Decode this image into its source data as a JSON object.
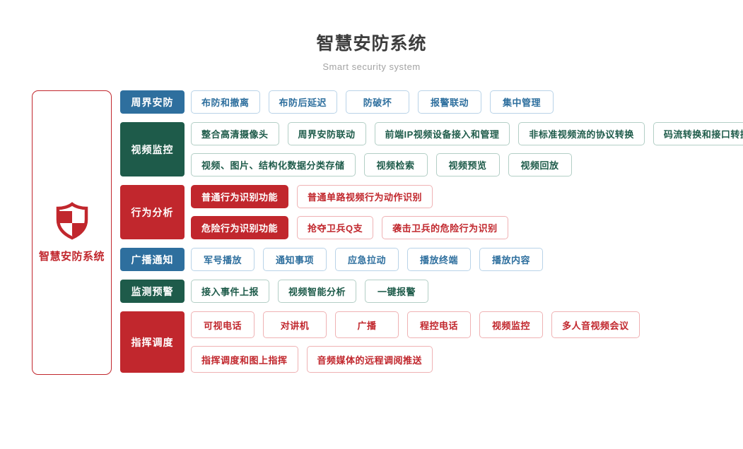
{
  "header": {
    "title": "智慧安防系统",
    "subtitle": "Smart security system"
  },
  "left_panel": {
    "label": "智慧安防系统",
    "icon": "shield-icon"
  },
  "colors": {
    "blue": "#2e6f9e",
    "green": "#1e5b4a",
    "red": "#c1272d",
    "blue_border": "#b9d3e8",
    "green_border": "#b3cfc6",
    "red_border": "#efb2b4",
    "title_text": "#3d3d3d",
    "subtitle_text": "#a3a3a3"
  },
  "rows": [
    {
      "category": "周界安防",
      "color": "blue",
      "lines": [
        [
          "布防和撤离",
          "布防后延迟",
          "防破坏",
          "报警联动",
          "集中管理"
        ]
      ]
    },
    {
      "category": "视频监控",
      "color": "green",
      "lines": [
        [
          "整合高清摄像头",
          "周界安防联动",
          "前端IP视频设备接入和管理",
          "非标准视频流的协议转换",
          "码流转换和接口转换"
        ],
        [
          "视频、图片、结构化数据分类存储",
          "视频检索",
          "视频预览",
          "视频回放"
        ]
      ]
    },
    {
      "category": "行为分析",
      "color": "red",
      "lines": [
        [
          "普通行为识别功能",
          "普通单路视频行为动作识别"
        ],
        [
          "危险行为识别功能",
          "抢夺卫兵Q支",
          "袭击卫兵的危险行为识别"
        ]
      ]
    },
    {
      "category": "广播通知",
      "color": "blue",
      "lines": [
        [
          "军号播放",
          "通知事项",
          "应急拉动",
          "播放终端",
          "播放内容"
        ]
      ]
    },
    {
      "category": "监测预警",
      "color": "green",
      "lines": [
        [
          "接入事件上报",
          "视频智能分析",
          "一键报警"
        ]
      ]
    },
    {
      "category": "指挥调度",
      "color": "red",
      "lines": [
        [
          "可视电话",
          "对讲机",
          "广播",
          "程控电话",
          "视频监控",
          "多人音视频会议"
        ],
        [
          "指挥调度和图上指挥",
          "音频媒体的远程调阅推送"
        ]
      ]
    }
  ]
}
